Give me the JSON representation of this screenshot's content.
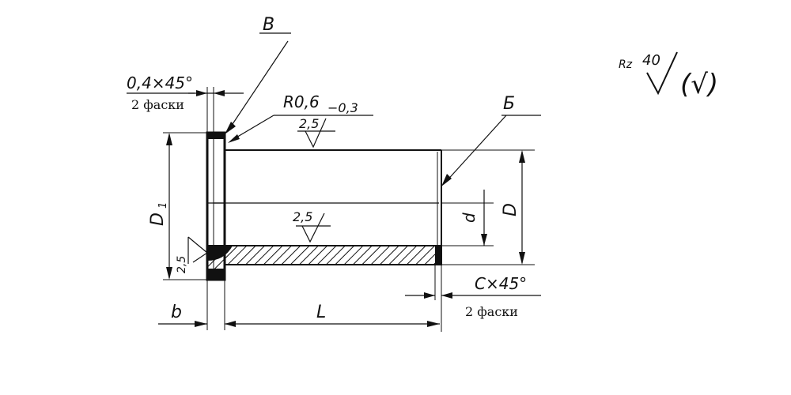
{
  "drawing": {
    "section_marks": {
      "b_view": "В",
      "b_mark": "Б"
    },
    "dims": {
      "chamfer_left": "0,4×45°",
      "chamfer_left_note": "2 фаски",
      "radius": "R0,6",
      "radius_tol": "−0,3",
      "rough_top": "2,5",
      "rough_mid": "2,5",
      "rough_left": "2,5",
      "d1": "D",
      "d1_sub": "1",
      "d": "d",
      "D": "D",
      "b": "b",
      "L": "L",
      "chamfer_right": "C×45°",
      "chamfer_right_note": "2 фаски"
    },
    "roughness_general": {
      "rz": "Rz",
      "value": "40",
      "paren_mark": "(√)"
    }
  }
}
